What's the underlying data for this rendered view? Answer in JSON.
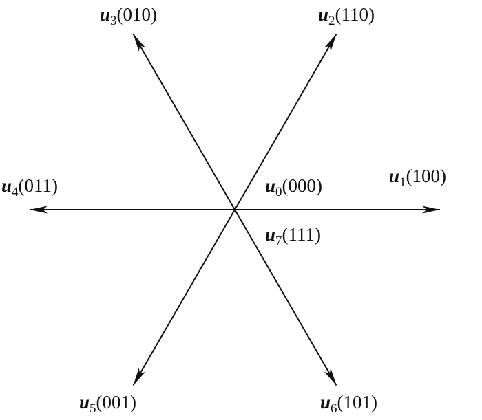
{
  "vectors": [
    {
      "id": "u1",
      "symbol": "u",
      "index": "1",
      "code": "(100)",
      "angle_deg": 0
    },
    {
      "id": "u2",
      "symbol": "u",
      "index": "2",
      "code": "(110)",
      "angle_deg": 60
    },
    {
      "id": "u3",
      "symbol": "u",
      "index": "3",
      "code": "(010)",
      "angle_deg": 120
    },
    {
      "id": "u4",
      "symbol": "u",
      "index": "4",
      "code": "(011)",
      "angle_deg": 180
    },
    {
      "id": "u5",
      "symbol": "u",
      "index": "5",
      "code": "(001)",
      "angle_deg": 240
    },
    {
      "id": "u6",
      "symbol": "u",
      "index": "6",
      "code": "(101)",
      "angle_deg": 300
    }
  ],
  "zero_vectors": [
    {
      "id": "u0",
      "symbol": "u",
      "index": "0",
      "code": "(000)"
    },
    {
      "id": "u7",
      "symbol": "u",
      "index": "7",
      "code": "(111)"
    }
  ],
  "colors": {
    "line": "#111111"
  }
}
